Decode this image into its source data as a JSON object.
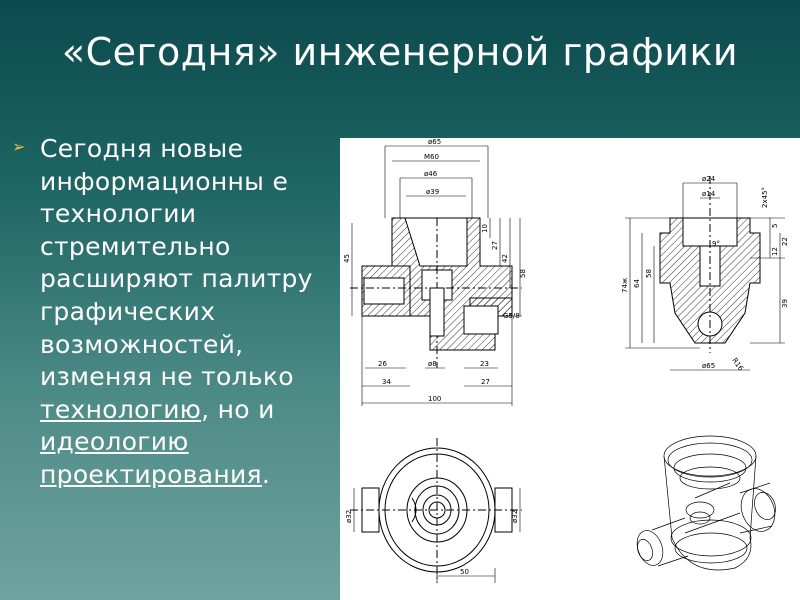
{
  "slide": {
    "title": "«Сегодня» инженерной графики",
    "bullet_mark": "➢",
    "bullet": {
      "text": "Сегодня новые информационны е технологии стремительно расширяют палитру графических возможностей, изменяя не только",
      "link1": "технологию",
      "mid": ", но и",
      "link2": "идеологию",
      "link3": "проектирования",
      "end": "."
    }
  },
  "drawing": {
    "dims_left": {
      "d65": "ø65",
      "m60": "M60",
      "d46": "ø46",
      "d39": "ø39",
      "v10": "10",
      "v27": "27",
      "v42": "42",
      "v58": "58",
      "v45": "45",
      "g58": "G5/8",
      "v26": "26",
      "d8": "ø8",
      "v23": "23",
      "v34": "34",
      "v27b": "27",
      "v100": "100"
    },
    "dims_right": {
      "d24": "ø24",
      "d14": "ø14",
      "chamfer": "2x45°",
      "angle": "9°",
      "v74": "74ж",
      "v64": "64",
      "v58": "58",
      "v5": "5",
      "v12": "12",
      "v22": "22",
      "v39": "39",
      "d65": "ø65",
      "r16": "R16"
    },
    "dims_plan": {
      "d32a": "ø32",
      "d32b": "ø32",
      "v50": "50"
    }
  }
}
